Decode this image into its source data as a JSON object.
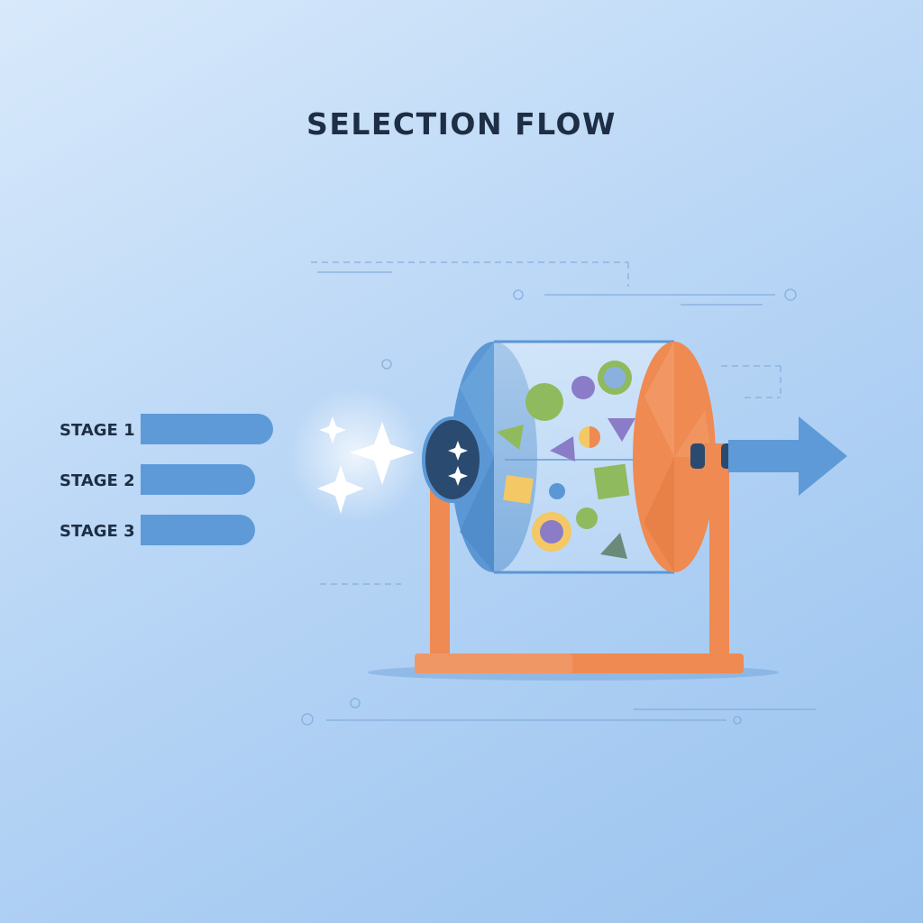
{
  "title": "SELECTION FLOW",
  "stages": [
    {
      "label": "STAGE 1"
    },
    {
      "label": "STAGE 2"
    },
    {
      "label": "STAGE 3"
    }
  ],
  "colors": {
    "background": "#bcd8f6",
    "title_text": "#1d2e45",
    "stage_bar": "#5e9ad7",
    "drum_blue": "#5b97d4",
    "drum_orange": "#ee8a52",
    "stand": "#ee8a52",
    "output_arrow": "#5e9ad7",
    "token_green": "#8fba5e",
    "token_purple": "#8a7cc6",
    "token_yellow": "#f3c865"
  },
  "icons": [
    "sparkle-icon",
    "output-arrow-icon",
    "token-shape-icon"
  ]
}
